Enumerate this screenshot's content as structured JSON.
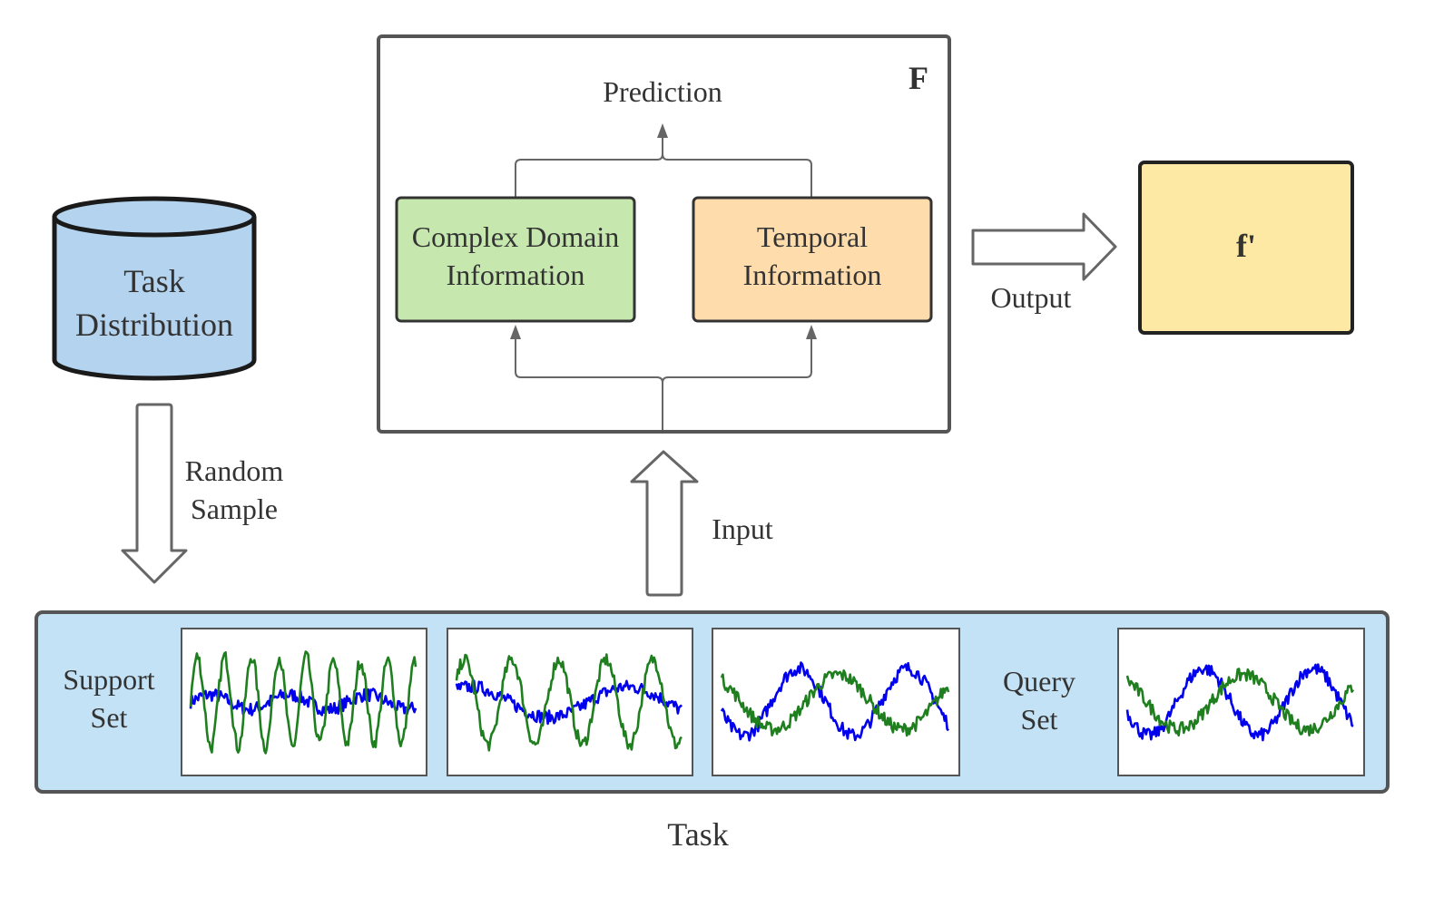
{
  "task_distribution": {
    "line1": "Task",
    "line2": "Distribution"
  },
  "random_sample": {
    "line1": "Random",
    "line2": "Sample"
  },
  "model_box": {
    "title": "F",
    "prediction_label": "Prediction",
    "complex_domain": {
      "line1": "Complex Domain",
      "line2": "Information"
    },
    "temporal": {
      "line1": "Temporal",
      "line2": "Information"
    }
  },
  "output_label": "Output",
  "output_box_label": "f'",
  "input_label": "Input",
  "task_strip": {
    "support_set": {
      "line1": "Support",
      "line2": "Set"
    },
    "query_set": {
      "line1": "Query",
      "line2": "Set"
    },
    "caption": "Task"
  },
  "colors": {
    "cylinder_fill": "#b3d3ee",
    "complex_fill": "#c6e7ad",
    "temporal_fill": "#ffdcab",
    "output_fill": "#fde9a3",
    "strip_fill": "#c3e2f6",
    "series_blue": "#0000ee",
    "series_green": "#1f7f1f"
  }
}
